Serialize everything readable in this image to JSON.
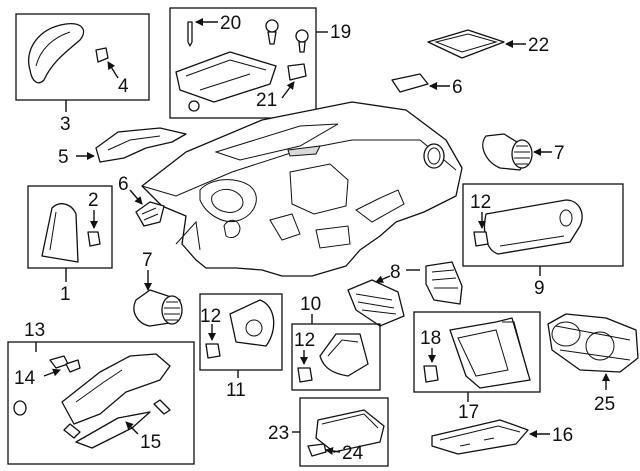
{
  "labels": {
    "n1": "1",
    "n2": "2",
    "n3": "3",
    "n4": "4",
    "n5": "5",
    "n6a": "6",
    "n6b": "6",
    "n7a": "7",
    "n7b": "7",
    "n8": "8",
    "n9": "9",
    "n10": "10",
    "n11": "11",
    "n12a": "12",
    "n12b": "12",
    "n12c": "12",
    "n13": "13",
    "n14": "14",
    "n15": "15",
    "n16": "16",
    "n17": "17",
    "n18": "18",
    "n19": "19",
    "n20": "20",
    "n21": "21",
    "n22": "22",
    "n23": "23",
    "n24": "24",
    "n25": "25"
  },
  "colors": {
    "line": "#111111",
    "background": "#ffffff",
    "shade": "#d9d9d9"
  }
}
